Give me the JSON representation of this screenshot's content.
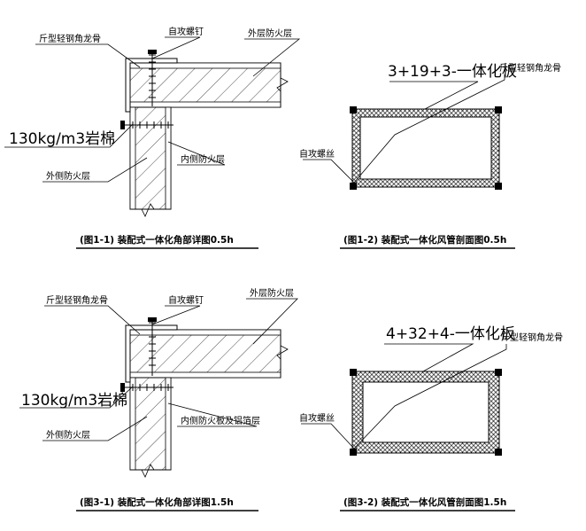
{
  "d1_1": {
    "label_keel": "斤型轻钢角龙骨",
    "label_screw": "自攻螺钉",
    "label_outer_layer": "外层防火层",
    "label_wool": "130kg/m3岩棉",
    "label_outer_side": "外侧防火层",
    "label_inner_side": "内侧防火层",
    "caption": "(图1-1) 装配式一体化角部详图0.5h"
  },
  "d1_2": {
    "label_board": "3+19+3-一体化板",
    "label_keel": "斤型轻钢角龙骨",
    "label_screw": "自攻螺丝",
    "caption": "(图1-2) 装配式一体化风管剖面图0.5h"
  },
  "d3_1": {
    "label_keel": "斤型轻钢角龙骨",
    "label_screw": "自攻螺钉",
    "label_outer_layer": "外层防火层",
    "label_wool": "130kg/m3岩棉",
    "label_outer_side": "外侧防火层",
    "label_inner_side": "内侧防火板及铝箔层",
    "caption": "(图3-1) 装配式一体化角部详图1.5h"
  },
  "d3_2": {
    "label_board": "4+32+4-一体化板",
    "label_keel": "斤型轻钢角龙骨",
    "label_screw": "自攻螺丝",
    "caption": "(图3-2) 装配式一体化风管剖面图1.5h"
  }
}
